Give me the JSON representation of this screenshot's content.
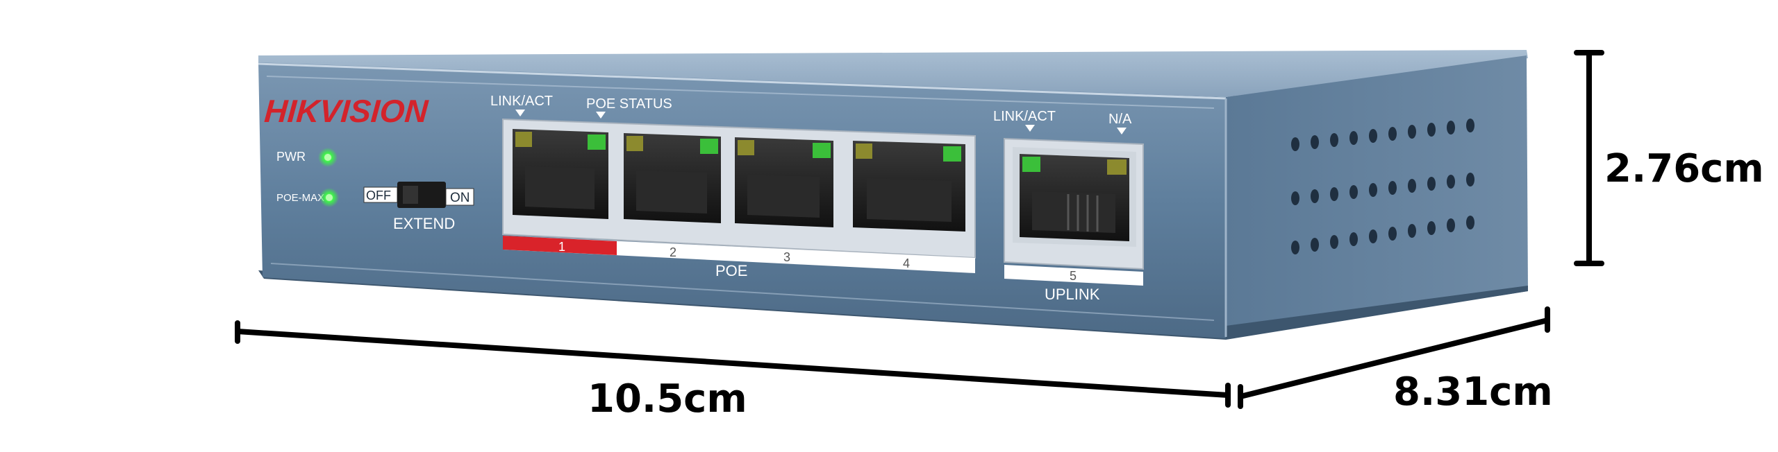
{
  "device": {
    "brand": {
      "prefix": "HIK",
      "suffix": "VISION"
    },
    "indicators": {
      "pwr_label": "PWR",
      "poe_max_label": "POE-MAX"
    },
    "extend_switch": {
      "off_label": "OFF",
      "on_label": "ON",
      "caption": "EXTEND"
    },
    "poe_group": {
      "link_act_label": "LINK/ACT",
      "poe_status_label": "POE STATUS",
      "group_label": "POE",
      "ports": [
        {
          "number": "1",
          "highlighted": true
        },
        {
          "number": "2",
          "highlighted": false
        },
        {
          "number": "3",
          "highlighted": false
        },
        {
          "number": "4",
          "highlighted": false
        }
      ]
    },
    "uplink_group": {
      "link_act_label": "LINK/ACT",
      "na_label": "N/A",
      "port_number": "5",
      "group_label": "UPLINK"
    },
    "colors": {
      "body": "#5f7f9d",
      "led_green": "#3ef04a",
      "port1_band": "#d9232a",
      "brand_red": "#d3232b"
    }
  },
  "dimensions": {
    "width": "10.5cm",
    "depth": "8.31cm",
    "height": "2.76cm"
  }
}
